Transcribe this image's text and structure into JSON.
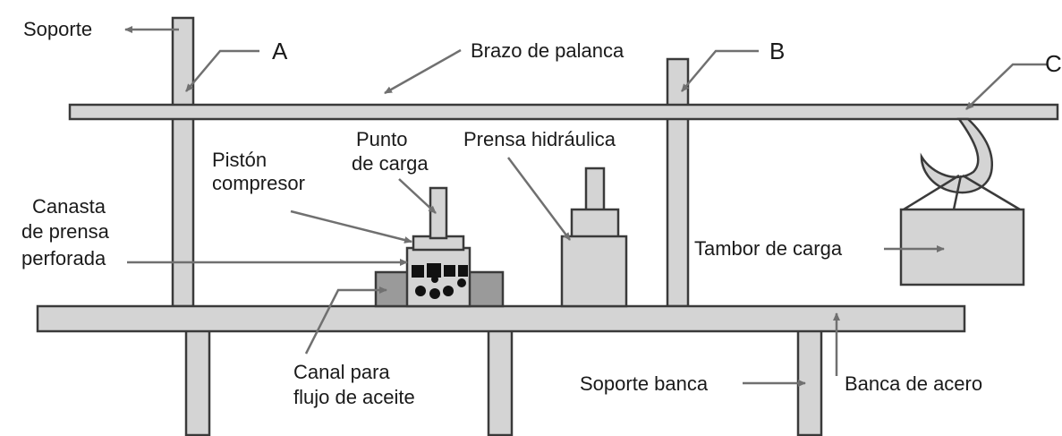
{
  "labels": {
    "soporte": "Soporte",
    "a": "A",
    "b": "B",
    "c": "C",
    "brazo": "Brazo de palanca",
    "punto_1": "Punto",
    "punto_2": "de carga",
    "piston_1": "Pistón",
    "piston_2": "compresor",
    "prensa": "Prensa hidráulica",
    "canasta_1": "Canasta",
    "canasta_2": "de prensa",
    "canasta_3": "perforada",
    "tambor": "Tambor de carga",
    "canal_1": "Canal para",
    "canal_2": "flujo de aceite",
    "soporte_banca": "Soporte banca",
    "banca": "Banca de acero"
  },
  "colors": {
    "part_fill": "#d4d4d4",
    "part_dark": "#9a9a9a",
    "outline": "#3a3a3a",
    "leader": "#707070"
  }
}
